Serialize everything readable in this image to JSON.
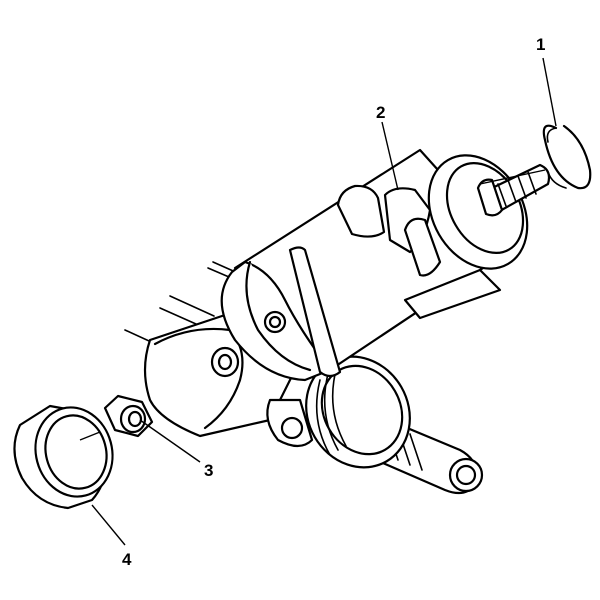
{
  "callouts": {
    "c1": "1",
    "c2": "2",
    "c3": "3",
    "c4": "4"
  },
  "colors": {
    "line": "#000000",
    "fill": "#ffffff"
  }
}
